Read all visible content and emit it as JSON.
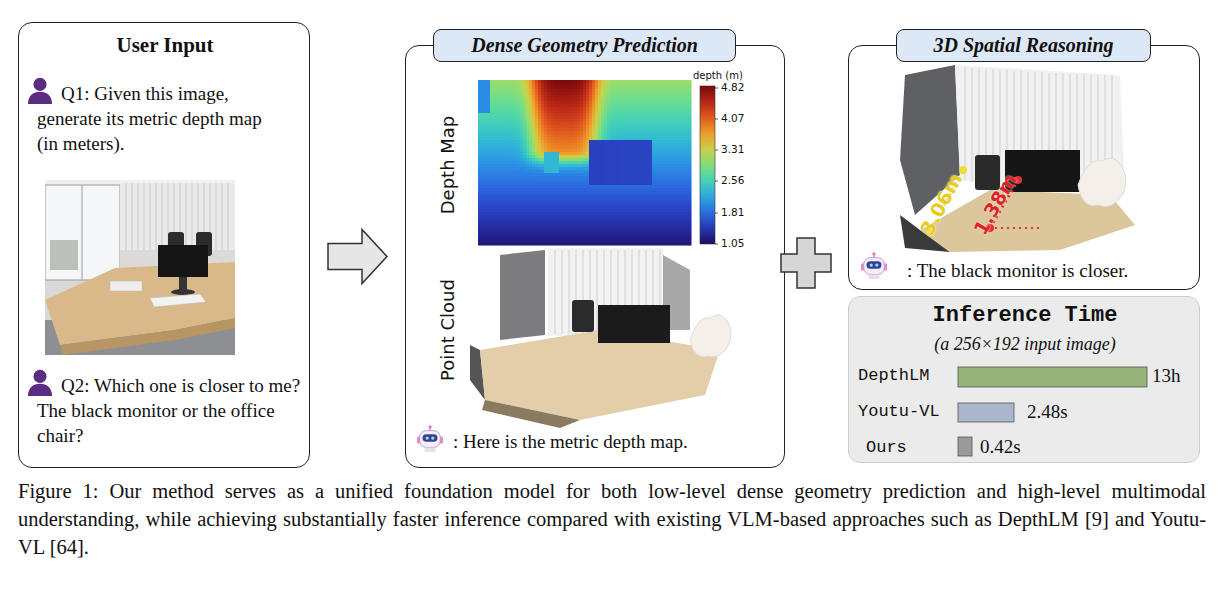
{
  "diagram": {
    "caption": "Figure 1: Our method serves as a unified foundation model for both low-level dense geometry prediction and high-level multimodal understanding, while achieving substantially faster inference compared with existing VLM-based approaches such as DepthLM [9] and Youtu-VL [64].",
    "nodes": [
      {
        "text": [
          "User Input",
          "Q1: Given this image, generate its metric depth map (in meters).",
          "Q2: Which one is closer to me? The black monitor or the office chair?"
        ]
      },
      {
        "text": [
          "Dense Geometry Prediction",
          ": Here is the metric depth map."
        ]
      },
      {
        "text": [
          "3D Spatial Reasoning",
          ": The black monitor is closer."
        ]
      },
      {
        "text": [
          "Inference Time",
          "(a 256×192 input image)"
        ]
      }
    ],
    "edges": [
      {
        "from": 0,
        "to": 1,
        "arrow": "to"
      }
    ],
    "labels": [
      "Depth Map",
      "depth (m)",
      "4.82",
      "4.07",
      "3.31",
      "2.56",
      "1.81",
      "1.05",
      "Point Cloud",
      "3.06m",
      "1.38m",
      "DepthLM",
      "13h",
      "Youtu-VL",
      "2.48s",
      "Ours",
      "0.42s"
    ]
  }
}
